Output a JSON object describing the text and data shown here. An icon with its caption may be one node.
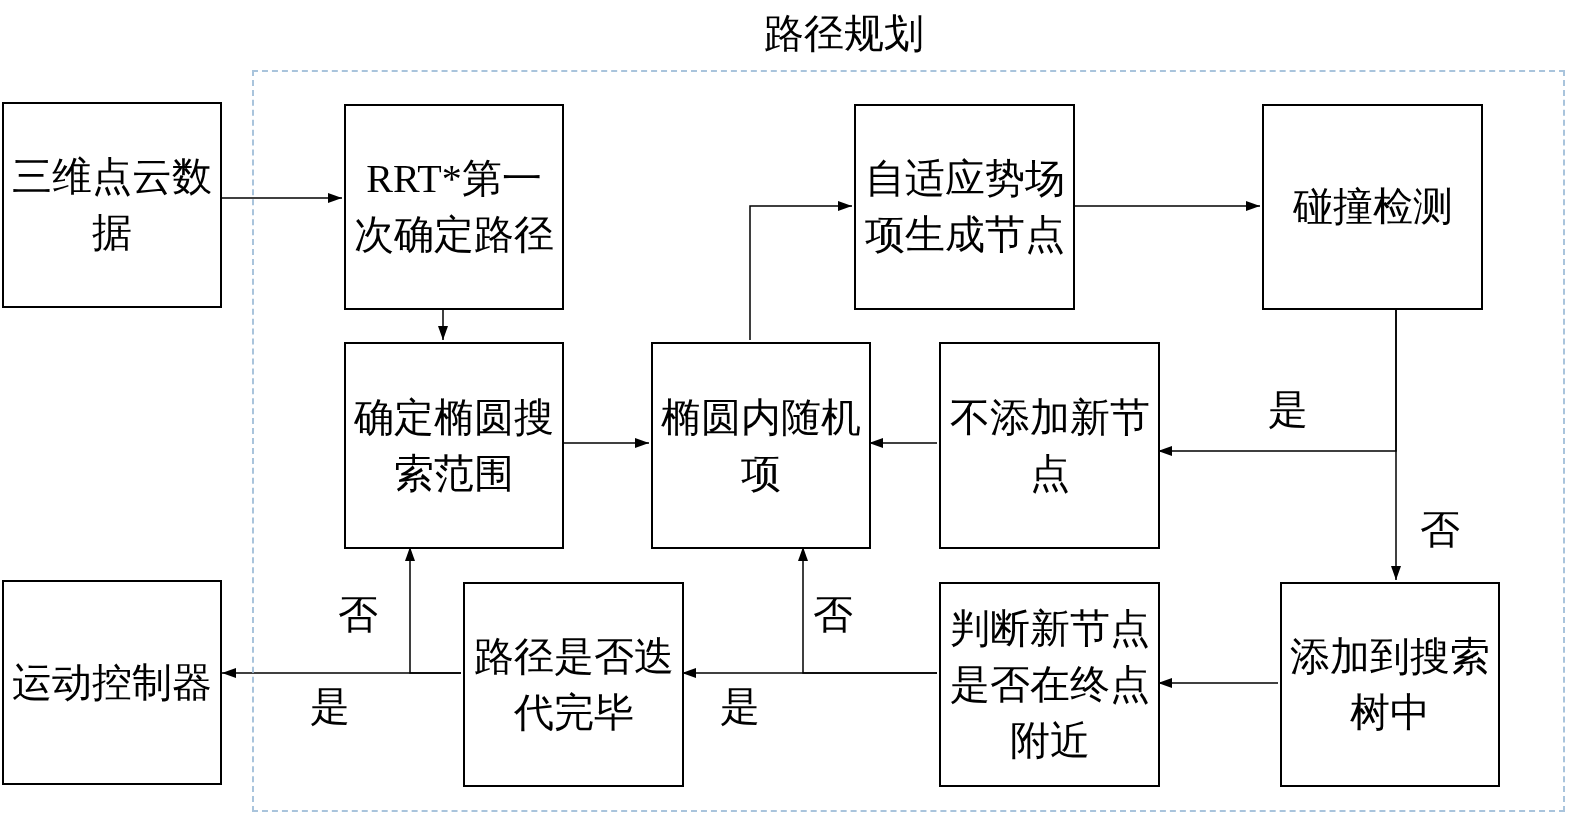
{
  "diagram": {
    "nodes": [
      {
        "text": [
          "路径规划"
        ]
      },
      {
        "text": [
          "三维点云数据"
        ]
      },
      {
        "text": [
          "RRT*第一次确定路径"
        ],
        "in": 0
      },
      {
        "text": [
          "自适应势场项生成节点"
        ],
        "in": 0
      },
      {
        "text": [
          "碰撞检测"
        ],
        "in": 0
      },
      {
        "text": [
          "确定椭圆搜索范围"
        ],
        "in": 0
      },
      {
        "text": [
          "椭圆内随机项"
        ],
        "in": 0
      },
      {
        "text": [
          "不添加新节点"
        ],
        "in": 0
      },
      {
        "text": [
          "运动控制器"
        ]
      },
      {
        "text": [
          "路径是否迭代完毕"
        ],
        "in": 0
      },
      {
        "text": [
          "判断新节点是否在终点附近"
        ],
        "in": 0
      },
      {
        "text": [
          "添加到搜索树中"
        ],
        "in": 0
      }
    ],
    "edges": [
      {
        "from": 1,
        "to": 2,
        "arrow": "to"
      },
      {
        "from": 2,
        "to": 5,
        "arrow": "to"
      },
      {
        "from": 5,
        "to": 6,
        "arrow": "to"
      },
      {
        "from": 6,
        "to": 3,
        "arrow": "to"
      },
      {
        "from": 3,
        "to": 4,
        "arrow": "to"
      },
      {
        "from": 4,
        "to": 7,
        "arrow": "to",
        "label": "是"
      },
      {
        "from": 4,
        "to": 11,
        "arrow": "to",
        "label": "否"
      },
      {
        "from": 7,
        "to": 6,
        "arrow": "to"
      },
      {
        "from": 11,
        "to": 10,
        "arrow": "to"
      },
      {
        "from": 10,
        "to": 9,
        "arrow": "to",
        "label": "是"
      },
      {
        "from": 10,
        "to": 6,
        "arrow": "to",
        "label": "否"
      },
      {
        "from": 9,
        "to": 8,
        "arrow": "to",
        "label": "是"
      },
      {
        "from": 9,
        "to": 5,
        "arrow": "to",
        "label": "否"
      }
    ]
  }
}
